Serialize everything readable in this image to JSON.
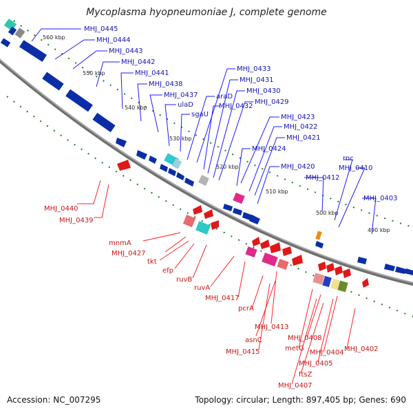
{
  "title": "Mycoplasma hyopneumoniae J, complete genome",
  "accession": "Accession: NC_007295",
  "summary": "Topology: circular; Length: 897,405 bp; Genes: 690",
  "colors": {
    "forward": "#0b2ea8",
    "reverse": "#d21d1d",
    "backbone": "#8a8a8a",
    "tick": "#1e7a1e"
  },
  "kbp_labels": [
    "560 kbp",
    "550 kbp",
    "540 kbp",
    "530 kbp",
    "520 kbp",
    "510 kbp",
    "500 kbp",
    "490 kbp"
  ],
  "forward_genes": [
    "MHJ_0445",
    "MHJ_0444",
    "MHJ_0443",
    "MHJ_0442",
    "MHJ_0441",
    "MHJ_0438",
    "MHJ_0437",
    "ulaD",
    "sgaU",
    "araD",
    "MHJ_0433",
    "MHJ_0432",
    "MHJ_0431",
    "MHJ_0430",
    "MHJ_0429",
    "MHJ_0423",
    "MHJ_0422",
    "MHJ_0421",
    "MHJ_0424",
    "MHJ_0420",
    "MHJ_0412",
    "rnc",
    "MHJ_0410",
    "MHJ_0403"
  ],
  "reverse_genes": [
    "MHJ_0440",
    "MHJ_0439",
    "mnmA",
    "MHJ_0427",
    "tkt",
    "efp",
    "ruvB",
    "ruvA",
    "MHJ_0417",
    "pcrA",
    "MHJ_0413",
    "asnC",
    "MHJ_0415",
    "MHJ_0408",
    "metG",
    "MHJ_0404",
    "MHJ_0405",
    "ftsZ",
    "MHJ_0407",
    "MHJ_0402"
  ]
}
